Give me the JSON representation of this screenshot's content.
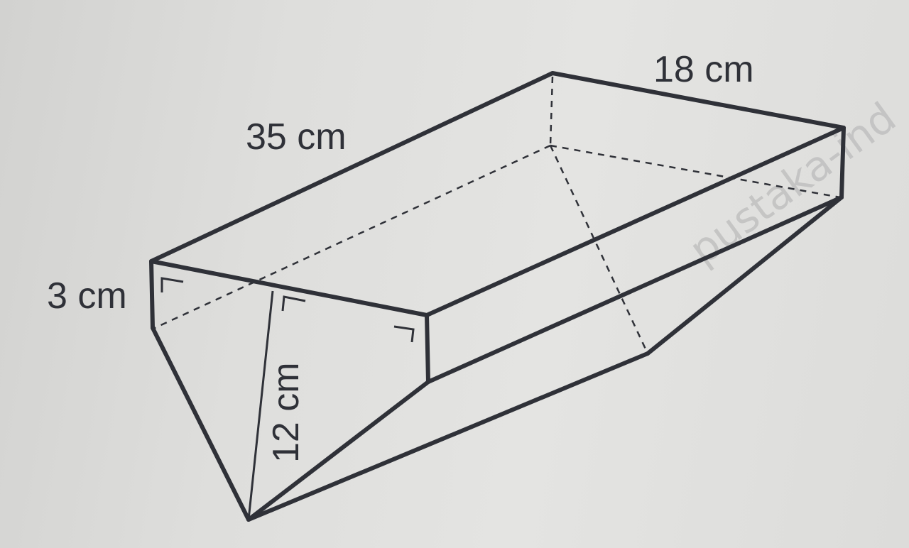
{
  "figure": {
    "labels": {
      "length": "35 cm",
      "width": "18 cm",
      "side_height": "3 cm",
      "slant_height": "12 cm"
    },
    "watermark": "pustaka-ind"
  }
}
